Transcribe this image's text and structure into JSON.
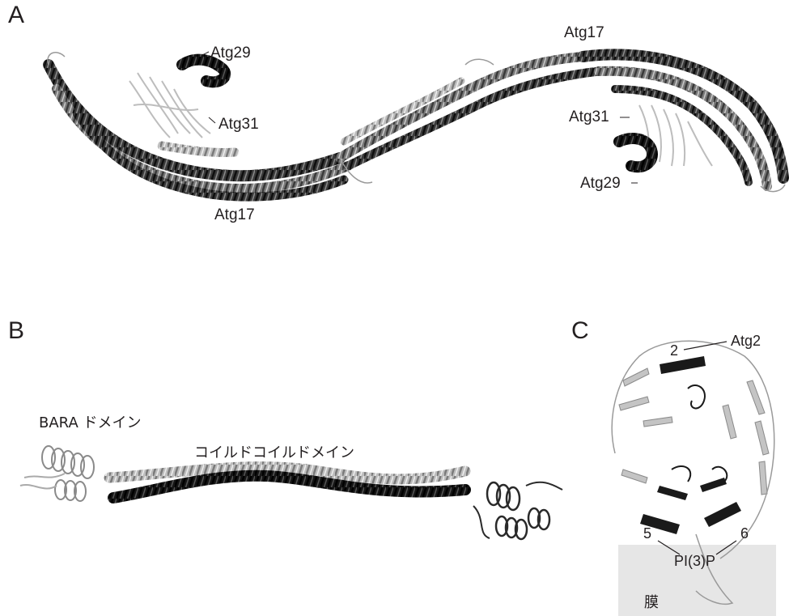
{
  "panels": {
    "a": {
      "letter": "A",
      "labels": {
        "atg29_left": "Atg29",
        "atg31_left": "Atg31",
        "atg17_bottom": "Atg17",
        "atg17_top": "Atg17",
        "atg31_right": "Atg31",
        "atg29_right": "Atg29"
      }
    },
    "b": {
      "letter": "B",
      "labels": {
        "bara_domain": "BARA ドメイン",
        "coiled_coil_domain": "コイルドコイルドメイン"
      }
    },
    "c": {
      "letter": "C",
      "labels": {
        "strand_2": "2",
        "atg2": "Atg2",
        "strand_5": "5",
        "strand_6": "6",
        "pi3p": "PI(3)P",
        "membrane": "膜"
      }
    }
  },
  "colors": {
    "dark": "#1a1a1a",
    "mid": "#6e6e6e",
    "light": "#bdbdbd",
    "membrane": "#e6e6e6"
  }
}
